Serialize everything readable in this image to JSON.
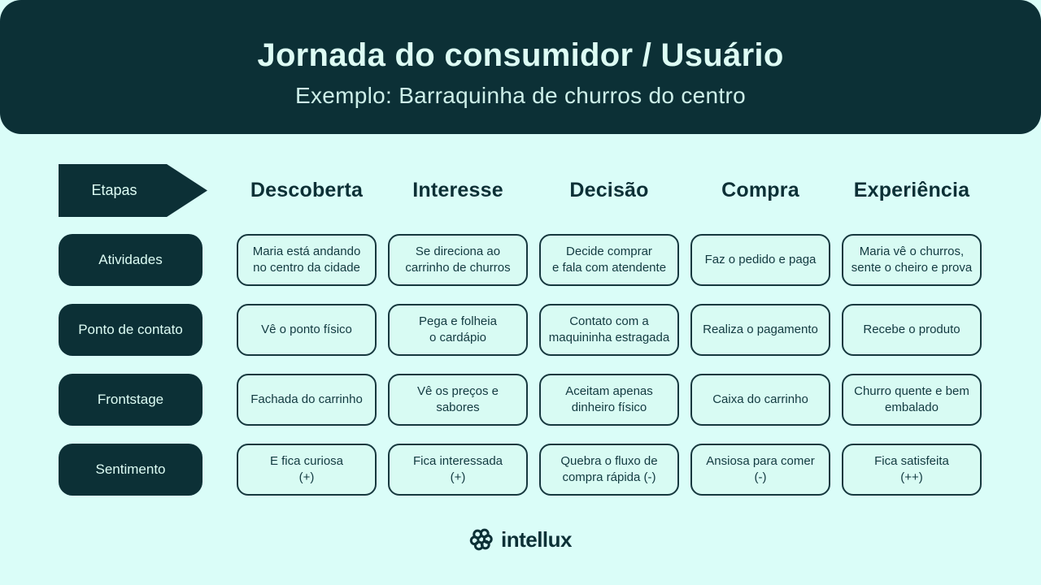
{
  "header": {
    "title": "Jornada do consumidor / Usuário",
    "subtitle": "Exemplo: Barraquinha de churros do centro"
  },
  "stages": {
    "label": "Etapas",
    "columns": [
      "Descoberta",
      "Interesse",
      "Decisão",
      "Compra",
      "Experiência"
    ]
  },
  "rows": [
    {
      "label": "Atividades",
      "cells": [
        "Maria está andando\nno centro da cidade",
        "Se direciona ao\ncarrinho de churros",
        "Decide comprar\ne fala com atendente",
        "Faz o pedido e paga",
        "Maria vê o churros,\nsente o cheiro e prova"
      ]
    },
    {
      "label": "Ponto de contato",
      "cells": [
        "Vê o ponto físico",
        "Pega e folheia\no cardápio",
        "Contato com a\nmaquininha estragada",
        "Realiza o pagamento",
        "Recebe o produto"
      ]
    },
    {
      "label": "Frontstage",
      "cells": [
        "Fachada do carrinho",
        "Vê os preços e sabores",
        "Aceitam apenas\ndinheiro físico",
        "Caixa do carrinho",
        "Churro quente e bem\nembalado"
      ]
    },
    {
      "label": "Sentimento",
      "cells": [
        "E fica curiosa\n(+)",
        "Fica interessada\n(+)",
        "Quebra o fluxo de\ncompra rápida (-)",
        "Ansiosa para comer\n(-)",
        "Fica satisfeita\n(++)"
      ]
    }
  ],
  "footer": {
    "brand": "intellux",
    "icon": "intellux-rings-logo"
  },
  "colors": {
    "dark": "#0c3036",
    "border": "#16383e",
    "bg": "#dafdf8",
    "cell_fill": "#d8fbf3",
    "title_text": "#ddfcf4",
    "subtitle_text": "#cdefe9",
    "cell_text": "#123a40"
  }
}
